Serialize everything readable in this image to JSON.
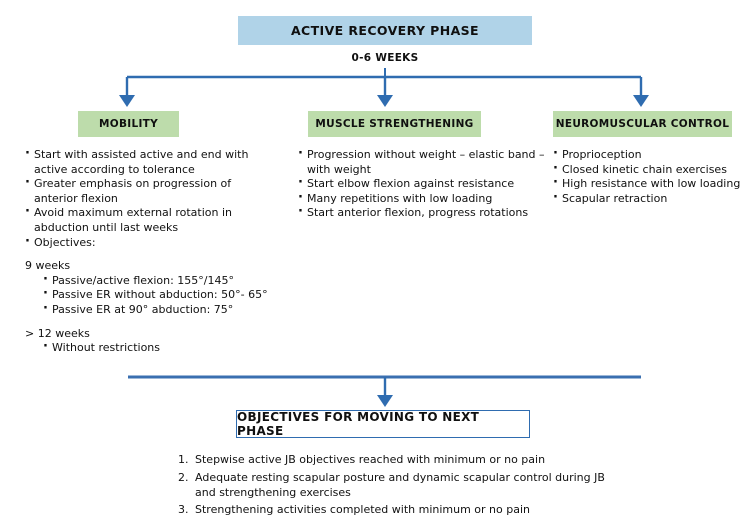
{
  "header": {
    "phase_title": "ACTIVE RECOVERY PHASE",
    "timeframe": "0-6 WEEKS"
  },
  "colors": {
    "phase_box_fill": "#b0d3e8",
    "category_box_fill": "#bddcab",
    "connector_blue": "#2f6cb0",
    "text": "#111111"
  },
  "columns": [
    {
      "id": "mobility",
      "title": "MOBILITY",
      "bullets": [
        "Start with assisted active and end with active according to tolerance",
        "Greater emphasis on progression of anterior flexion",
        "Avoid maximum external rotation in abduction until last weeks",
        "Objectives:"
      ],
      "subsections": [
        {
          "heading": "9 weeks",
          "items": [
            "Passive/active flexion: 155°/145°",
            "Passive ER without abduction: 50°- 65°",
            "Passive ER at 90° abduction: 75°"
          ]
        },
        {
          "heading": "> 12 weeks",
          "items": [
            "Without restrictions"
          ]
        }
      ]
    },
    {
      "id": "muscle",
      "title": "MUSCLE STRENGTHENING",
      "bullets": [
        "Progression without weight – elastic band – with weight",
        "Start elbow flexion against resistance",
        "Many repetitions with low loading",
        "Start anterior flexion, progress rotations"
      ],
      "subsections": []
    },
    {
      "id": "neuro",
      "title": "NEUROMUSCULAR CONTROL",
      "bullets": [
        "Proprioception",
        "Closed kinetic chain exercises",
        "High resistance with low loading",
        "Scapular retraction"
      ],
      "subsections": []
    }
  ],
  "footer": {
    "box_title": "OBJECTIVES FOR MOVING TO NEXT PHASE",
    "criteria": [
      {
        "num": "1.",
        "text": "Stepwise active JB objectives reached with minimum or no pain"
      },
      {
        "num": "2.",
        "text": "Adequate resting scapular posture and dynamic scapular control during JB and strengthening exercises"
      },
      {
        "num": "3.",
        "text": "Strengthening activities completed with minimum or no pain"
      }
    ]
  },
  "connectors": {
    "top_split_icon": "branching-arrows-down-icon",
    "bottom_merge_icon": "merge-arrow-down-icon"
  }
}
